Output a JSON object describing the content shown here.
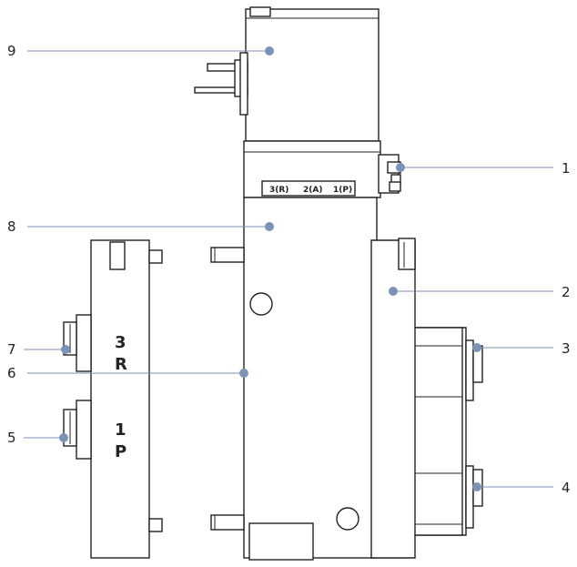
{
  "callouts": [
    {
      "number": "9"
    },
    {
      "number": "1"
    },
    {
      "number": "8"
    },
    {
      "number": "2"
    },
    {
      "number": "7"
    },
    {
      "number": "3"
    },
    {
      "number": "6"
    },
    {
      "number": "5"
    },
    {
      "number": "4"
    }
  ],
  "port_labels": {
    "exhaust_number": "3",
    "exhaust_letter": "R",
    "supply_number": "1",
    "supply_letter": "P",
    "top_strip": [
      "3(R)",
      "2(A)",
      "1(P)"
    ]
  },
  "colors": {
    "leader": "#7b93b5",
    "outline": "#222222"
  }
}
